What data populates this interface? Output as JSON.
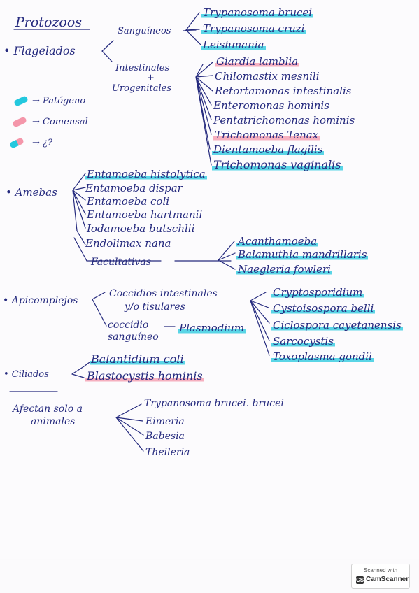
{
  "title": "Protozoos",
  "legend": [
    {
      "mark": "cyan",
      "label": "→ Patógeno",
      "color": "#23c8de"
    },
    {
      "mark": "pink",
      "label": "→ Comensal",
      "color": "#f496aa"
    },
    {
      "mark": "mixed",
      "label": "→ ¿?",
      "color": "#23c8de"
    }
  ],
  "flagelados": {
    "label": "• Flagelados",
    "sanguineos": {
      "label": "Sanguíneos",
      "items": [
        "Trypanosoma brucei",
        "Trypanosoma cruzi",
        "Leishmania"
      ]
    },
    "intestinales": {
      "label_line1": "Intestinales",
      "label_plus": "+",
      "label_line2": "Urogenitales",
      "items": [
        "Giardia lamblia",
        "Chilomastix mesnili",
        "Retortamonas intestinalis",
        "Enteromonas hominis",
        "Pentatrichomonas hominis",
        "Trichomonas Tenax",
        "Dientamoeba flagilis",
        "Trichomonas vaginalis"
      ]
    }
  },
  "amebas": {
    "label": "• Amebas",
    "items": [
      "Entamoeba histolytica",
      "Entamoeba dispar",
      "Entamoeba coli",
      "Entamoeba hartmanii",
      "Iodamoeba butschlii",
      "Endolimax nana"
    ],
    "facultativas": {
      "label": "Facultativas",
      "items": [
        "Acanthamoeba",
        "Balamuthia mandrillaris",
        "Naegleria fowleri"
      ]
    }
  },
  "apicomplejos": {
    "label": "• Apicomplejos",
    "coccidios_line1": "Coccidios intestinales",
    "coccidios_line2": "y/o tisulares",
    "coccidios_items": [
      "Cryptosporidium",
      "Cystoisospora belli",
      "Ciclospora cayetanensis",
      "Sarcocystis",
      "Toxoplasma gondii"
    ],
    "sanguineo_line1": "coccidio",
    "sanguineo_line2": "sanguíneo",
    "sanguineo_item": "Plasmodium"
  },
  "ciliados": {
    "label": "• Ciliados",
    "items": [
      "Balantidium coli",
      "Blastocystis hominis"
    ]
  },
  "animales": {
    "label_line1": "Afectan solo a",
    "label_line2": "animales",
    "items": [
      "Trypanosoma brucei. brucei",
      "Eimeria",
      "Babesia",
      "Theileria"
    ]
  },
  "footer": {
    "caption": "Scanned with",
    "logo": "CS",
    "brand": "CamScanner"
  }
}
